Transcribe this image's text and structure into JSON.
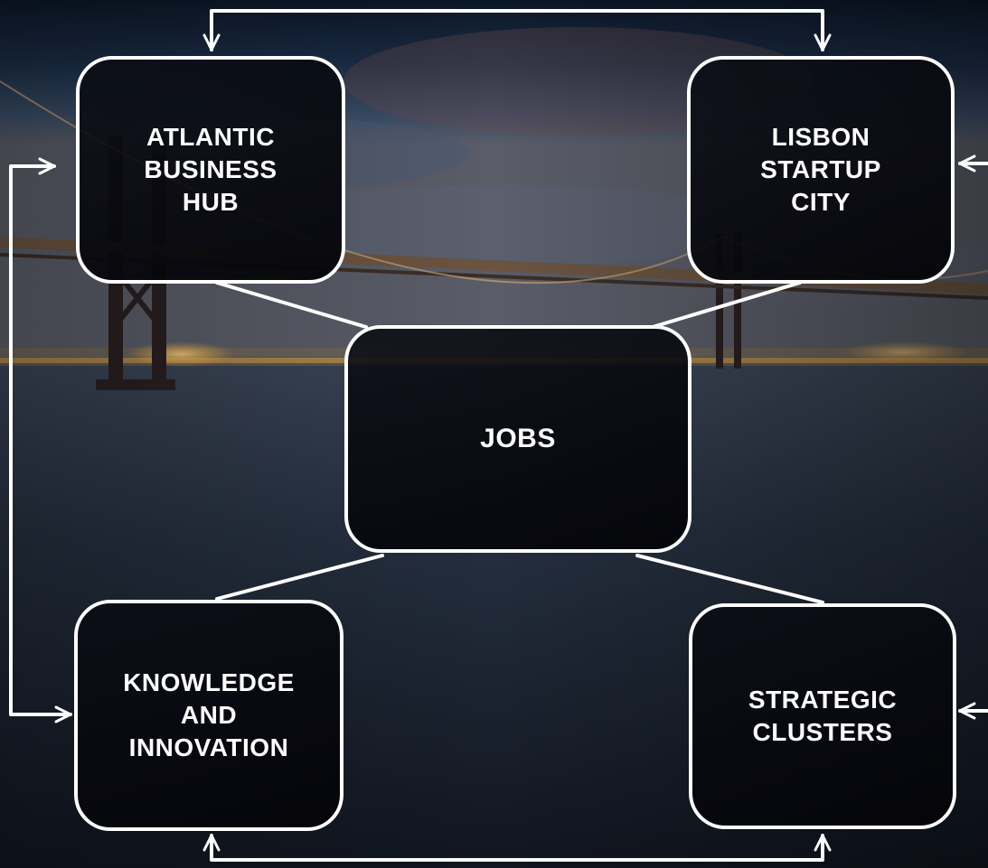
{
  "diagram": {
    "center": {
      "label": "JOBS"
    },
    "nodes": [
      {
        "id": "atlantic",
        "label": "ATLANTIC\nBUSINESS\nHUB"
      },
      {
        "id": "lisbon",
        "label": "LISBON\nSTARTUP\nCITY"
      },
      {
        "id": "knowledge",
        "label": "KNOWLEDGE\nAND\nINNOVATION"
      },
      {
        "id": "strategic",
        "label": "STRATEGIC\nCLUSTERS"
      }
    ],
    "links": [
      {
        "from": "atlantic",
        "to": "jobs",
        "type": "line"
      },
      {
        "from": "lisbon",
        "to": "jobs",
        "type": "line"
      },
      {
        "from": "knowledge",
        "to": "jobs",
        "type": "line"
      },
      {
        "from": "strategic",
        "to": "jobs",
        "type": "line"
      },
      {
        "from": "atlantic",
        "to": "lisbon",
        "type": "double-arrow"
      },
      {
        "from": "knowledge",
        "to": "strategic",
        "type": "double-arrow"
      },
      {
        "from": "atlantic",
        "to": "knowledge",
        "type": "double-arrow"
      },
      {
        "from": "offscreen-right",
        "to": "lisbon",
        "type": "arrow"
      },
      {
        "from": "offscreen-right",
        "to": "strategic",
        "type": "arrow"
      }
    ],
    "colors": {
      "stroke": "#ffffff",
      "node_fill": "#0a0c14",
      "sky_top": "#0d1b2e",
      "sky_mid": "#3a4f6a",
      "horizon_glow": "#f2b04a",
      "water": "#1f2a3a"
    },
    "background": "night bridge over water with city lights"
  }
}
